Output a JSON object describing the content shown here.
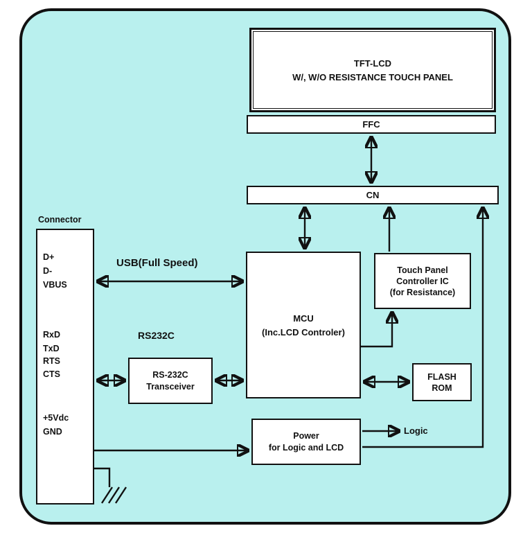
{
  "colors": {
    "panel_bg": "#b9f0ee",
    "box_bg": "#ffffff",
    "line": "#111111"
  },
  "blocks": {
    "tft_lcd": {
      "line1": "TFT-LCD",
      "line2": "W/, W/O RESISTANCE TOUCH PANEL"
    },
    "ffc": {
      "label": "FFC"
    },
    "cn": {
      "label": "CN"
    },
    "connector": {
      "title": "Connector",
      "pins": {
        "dplus": "D+",
        "dminus": "D-",
        "vbus": "VBUS",
        "rxd": "RxD",
        "txd": "TxD",
        "rts": "RTS",
        "cts": "CTS",
        "plus5vdc": "+5Vdc",
        "gnd": "GND"
      }
    },
    "mcu": {
      "line1": "MCU",
      "line2": "(Inc.LCD Controler)"
    },
    "touch_panel_controller": {
      "line1": "Touch Panel",
      "line2": "Controller IC",
      "line3": "(for Resistance)"
    },
    "rs232c_transceiver": {
      "line1": "RS-232C",
      "line2": "Transceiver"
    },
    "flash_rom": {
      "line1": "FLASH",
      "line2": "ROM"
    },
    "power": {
      "line1": "Power",
      "line2": "for Logic and LCD"
    }
  },
  "labels": {
    "usb": "USB(Full Speed)",
    "rs232c": "RS232C",
    "logic": "Logic"
  }
}
